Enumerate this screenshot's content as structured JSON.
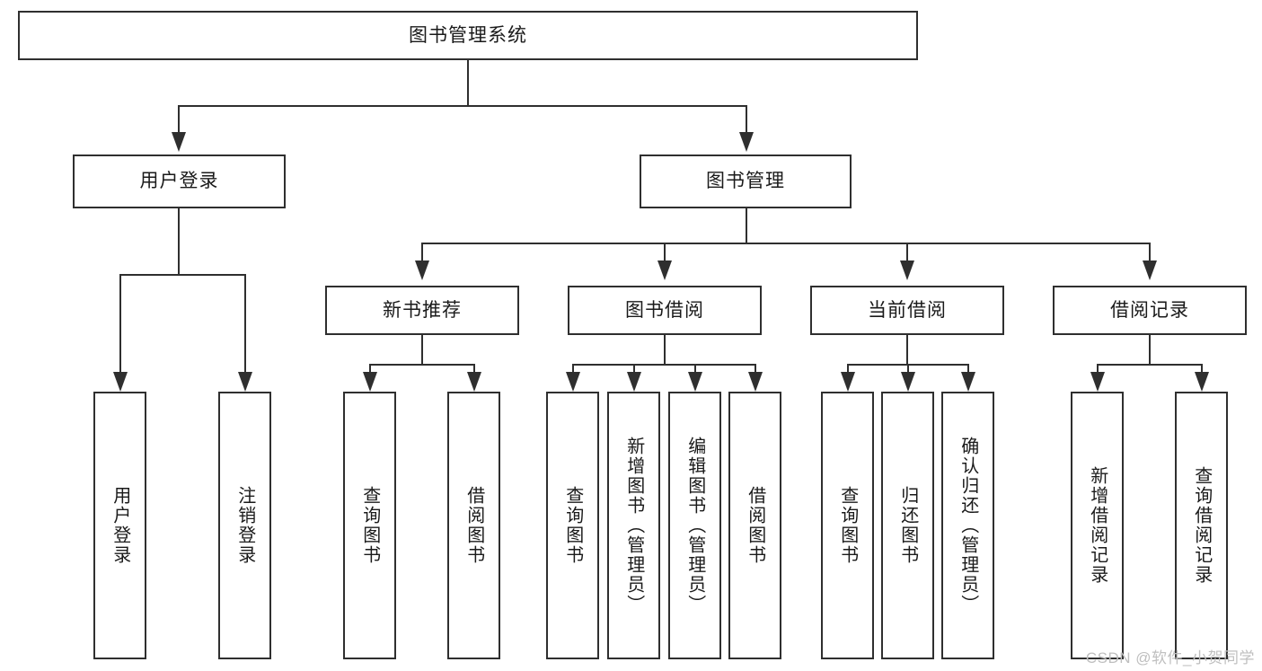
{
  "diagram": {
    "title": "图书管理系统",
    "watermark": "CSDN @软件_小贺同学",
    "levels": {
      "root_label": "图书管理系统",
      "level2": [
        {
          "label": "用户登录"
        },
        {
          "label": "图书管理"
        }
      ],
      "level3": [
        {
          "label": "新书推荐"
        },
        {
          "label": "图书借阅"
        },
        {
          "label": "当前借阅"
        },
        {
          "label": "借阅记录"
        }
      ]
    },
    "leaves": {
      "user_login": [
        {
          "label": "用户登录"
        },
        {
          "label": "注销登录"
        }
      ],
      "new_book_recommend": [
        {
          "label": "查询图书"
        },
        {
          "label": "借阅图书"
        }
      ],
      "book_borrow": [
        {
          "label": "查询图书"
        },
        {
          "label": "新增图书（管理员）"
        },
        {
          "label": "编辑图书（管理员）"
        },
        {
          "label": "借阅图书"
        }
      ],
      "current_borrow": [
        {
          "label": "查询图书"
        },
        {
          "label": "归还图书"
        },
        {
          "label": "确认归还（管理员）"
        }
      ],
      "borrow_record": [
        {
          "label": "新增借阅记录"
        },
        {
          "label": "查询借阅记录"
        }
      ]
    },
    "colors": {
      "stroke": "#2f2f2f",
      "fill": "#ffffff",
      "text": "#1a1a1a",
      "watermark": "#bfbfbf"
    }
  }
}
